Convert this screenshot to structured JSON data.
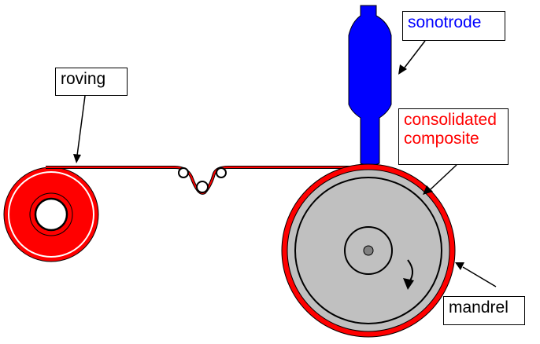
{
  "labels": {
    "roving": "roving",
    "sonotrode": "sonotrode",
    "composite_line1": "consolidated",
    "composite_line2": "composite",
    "mandrel": "mandrel"
  },
  "colors": {
    "fiber_red": "#ff0000",
    "sonotrode_blue": "#0000ff",
    "mandrel_gray": "#c0c0c0",
    "outline": "#000000",
    "sonotrode_text": "#0000ff",
    "composite_text": "#ff0000"
  }
}
